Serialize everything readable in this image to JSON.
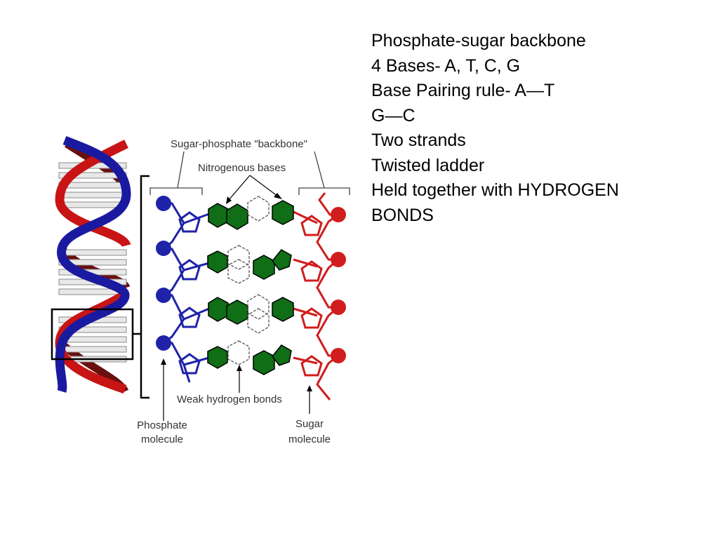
{
  "bullets": [
    "Phosphate-sugar backbone",
    "4 Bases- A, T, C, G",
    "Base Pairing rule- A—T",
    "G—C",
    "Two strands",
    "Twisted ladder",
    "Held together with HYDROGEN",
    "BONDS"
  ],
  "diagram": {
    "labels": {
      "backbone": "Sugar-phosphate \"backbone\"",
      "bases": "Nitrogenous bases",
      "hbonds": "Weak hydrogen bonds",
      "phosphate_1": "Phosphate",
      "phosphate_2": "molecule",
      "sugar_1": "Sugar",
      "sugar_2": "molecule"
    },
    "colors": {
      "strand_left": "#1f23a8",
      "strand_right": "#d01d1d",
      "base": "#0f6e16",
      "rung": "#9a9a9a",
      "helix_red": "#c81414",
      "helix_blue": "#1a1aa0",
      "helix_dark": "#6a0f0f"
    }
  }
}
